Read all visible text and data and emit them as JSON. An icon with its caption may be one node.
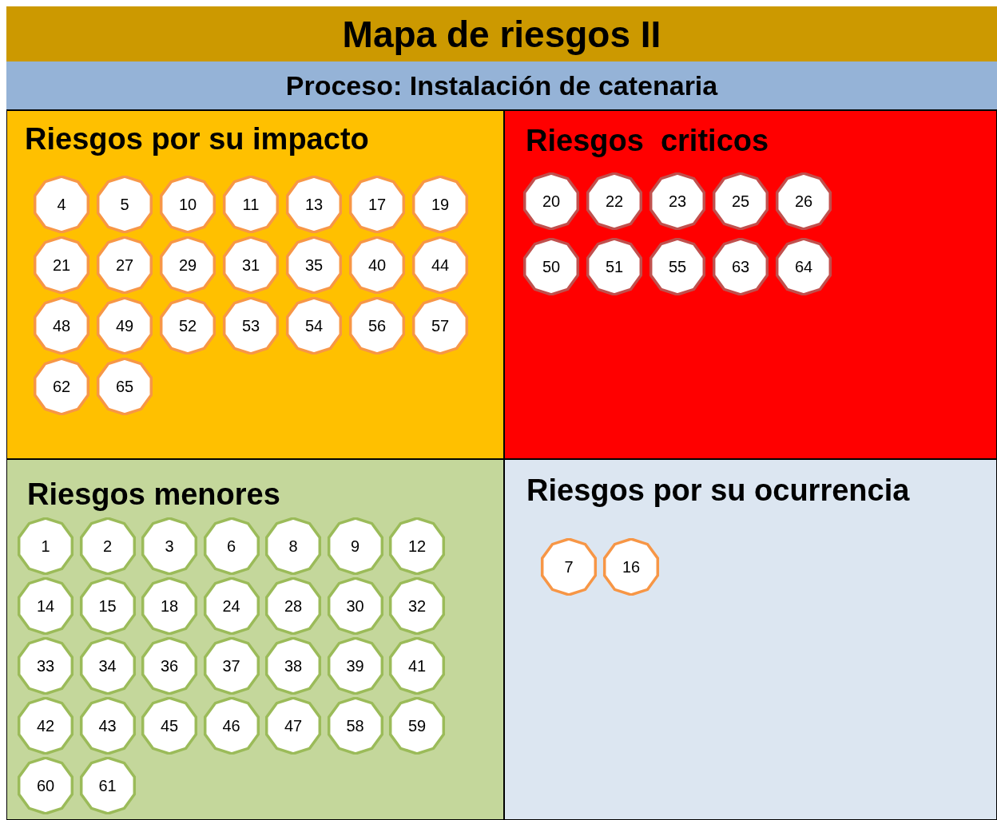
{
  "diagram": {
    "title": "Mapa de riesgos II",
    "labels": [
      "Proceso: Instalación de catenaria"
    ],
    "nodes": [
      {
        "text": [
          "Riesgos por su impacto"
        ]
      },
      {
        "text": [
          "4"
        ],
        "in": 0
      },
      {
        "text": [
          "5"
        ],
        "in": 0
      },
      {
        "text": [
          "10"
        ],
        "in": 0
      },
      {
        "text": [
          "11"
        ],
        "in": 0
      },
      {
        "text": [
          "13"
        ],
        "in": 0
      },
      {
        "text": [
          "17"
        ],
        "in": 0
      },
      {
        "text": [
          "19"
        ],
        "in": 0
      },
      {
        "text": [
          "21"
        ],
        "in": 0
      },
      {
        "text": [
          "27"
        ],
        "in": 0
      },
      {
        "text": [
          "29"
        ],
        "in": 0
      },
      {
        "text": [
          "31"
        ],
        "in": 0
      },
      {
        "text": [
          "35"
        ],
        "in": 0
      },
      {
        "text": [
          "40"
        ],
        "in": 0
      },
      {
        "text": [
          "44"
        ],
        "in": 0
      },
      {
        "text": [
          "48"
        ],
        "in": 0
      },
      {
        "text": [
          "49"
        ],
        "in": 0
      },
      {
        "text": [
          "52"
        ],
        "in": 0
      },
      {
        "text": [
          "53"
        ],
        "in": 0
      },
      {
        "text": [
          "54"
        ],
        "in": 0
      },
      {
        "text": [
          "56"
        ],
        "in": 0
      },
      {
        "text": [
          "57"
        ],
        "in": 0
      },
      {
        "text": [
          "62"
        ],
        "in": 0
      },
      {
        "text": [
          "65"
        ],
        "in": 0
      },
      {
        "text": [
          "Riesgos  criticos"
        ]
      },
      {
        "text": [
          "20"
        ],
        "in": 24
      },
      {
        "text": [
          "22"
        ],
        "in": 24
      },
      {
        "text": [
          "23"
        ],
        "in": 24
      },
      {
        "text": [
          "25"
        ],
        "in": 24
      },
      {
        "text": [
          "26"
        ],
        "in": 24
      },
      {
        "text": [
          "50"
        ],
        "in": 24
      },
      {
        "text": [
          "51"
        ],
        "in": 24
      },
      {
        "text": [
          "55"
        ],
        "in": 24
      },
      {
        "text": [
          "63"
        ],
        "in": 24
      },
      {
        "text": [
          "64"
        ],
        "in": 24
      },
      {
        "text": [
          "Riesgos menores"
        ]
      },
      {
        "text": [
          "1"
        ],
        "in": 35
      },
      {
        "text": [
          "2"
        ],
        "in": 35
      },
      {
        "text": [
          "3"
        ],
        "in": 35
      },
      {
        "text": [
          "6"
        ],
        "in": 35
      },
      {
        "text": [
          "8"
        ],
        "in": 35
      },
      {
        "text": [
          "9"
        ],
        "in": 35
      },
      {
        "text": [
          "12"
        ],
        "in": 35
      },
      {
        "text": [
          "14"
        ],
        "in": 35
      },
      {
        "text": [
          "15"
        ],
        "in": 35
      },
      {
        "text": [
          "18"
        ],
        "in": 35
      },
      {
        "text": [
          "24"
        ],
        "in": 35
      },
      {
        "text": [
          "28"
        ],
        "in": 35
      },
      {
        "text": [
          "30"
        ],
        "in": 35
      },
      {
        "text": [
          "32"
        ],
        "in": 35
      },
      {
        "text": [
          "33"
        ],
        "in": 35
      },
      {
        "text": [
          "34"
        ],
        "in": 35
      },
      {
        "text": [
          "36"
        ],
        "in": 35
      },
      {
        "text": [
          "37"
        ],
        "in": 35
      },
      {
        "text": [
          "38"
        ],
        "in": 35
      },
      {
        "text": [
          "39"
        ],
        "in": 35
      },
      {
        "text": [
          "41"
        ],
        "in": 35
      },
      {
        "text": [
          "42"
        ],
        "in": 35
      },
      {
        "text": [
          "43"
        ],
        "in": 35
      },
      {
        "text": [
          "45"
        ],
        "in": 35
      },
      {
        "text": [
          "46"
        ],
        "in": 35
      },
      {
        "text": [
          "47"
        ],
        "in": 35
      },
      {
        "text": [
          "58"
        ],
        "in": 35
      },
      {
        "text": [
          "59"
        ],
        "in": 35
      },
      {
        "text": [
          "60"
        ],
        "in": 35
      },
      {
        "text": [
          "61"
        ],
        "in": 35
      },
      {
        "text": [
          "Riesgos por su ocurrencia"
        ]
      },
      {
        "text": [
          "7"
        ],
        "in": 66
      },
      {
        "text": [
          "16"
        ],
        "in": 66
      }
    ]
  }
}
